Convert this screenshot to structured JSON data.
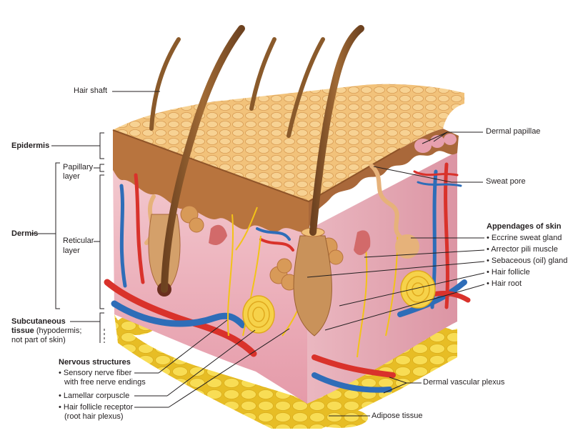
{
  "labels": {
    "hair_shaft": "Hair shaft",
    "epidermis": "Epidermis",
    "papillary_1": "Papillary",
    "papillary_2": "layer",
    "dermis": "Dermis",
    "reticular_1": "Reticular",
    "reticular_2": "layer",
    "subcut_1": "Subcutaneous",
    "subcut_2a": "tissue",
    "subcut_2b": " (hypodermis;",
    "subcut_3": "not part of skin)",
    "dermal_papillae": "Dermal papillae",
    "sweat_pore": "Sweat pore",
    "dermal_vascular_plexus": "Dermal vascular plexus",
    "adipose_tissue": "Adipose tissue"
  },
  "appendages": {
    "heading": "Appendages of skin",
    "items": [
      "• Eccrine sweat gland",
      "• Arrector pili muscle",
      "• Sebaceous (oil) gland",
      "• Hair follicle",
      "• Hair root"
    ]
  },
  "nervous": {
    "heading": "Nervous structures",
    "item1_a": "• Sensory nerve fiber",
    "item1_b": "with free nerve endings",
    "item2": "• Lamellar corpuscle",
    "item3_a": "• Hair follicle receptor",
    "item3_b": "(root hair plexus)"
  },
  "colors": {
    "epidermis_top": "#f2c27a",
    "epidermis_side": "#b8743e",
    "dermis_side": "#f0c4cc",
    "dermis_front": "#e8a9b4",
    "fat": "#f5d443",
    "artery": "#d9322b",
    "vein": "#2e6db8",
    "nerve": "#f2c318",
    "hair": "#8a5a2b",
    "leader": "#231f20"
  }
}
